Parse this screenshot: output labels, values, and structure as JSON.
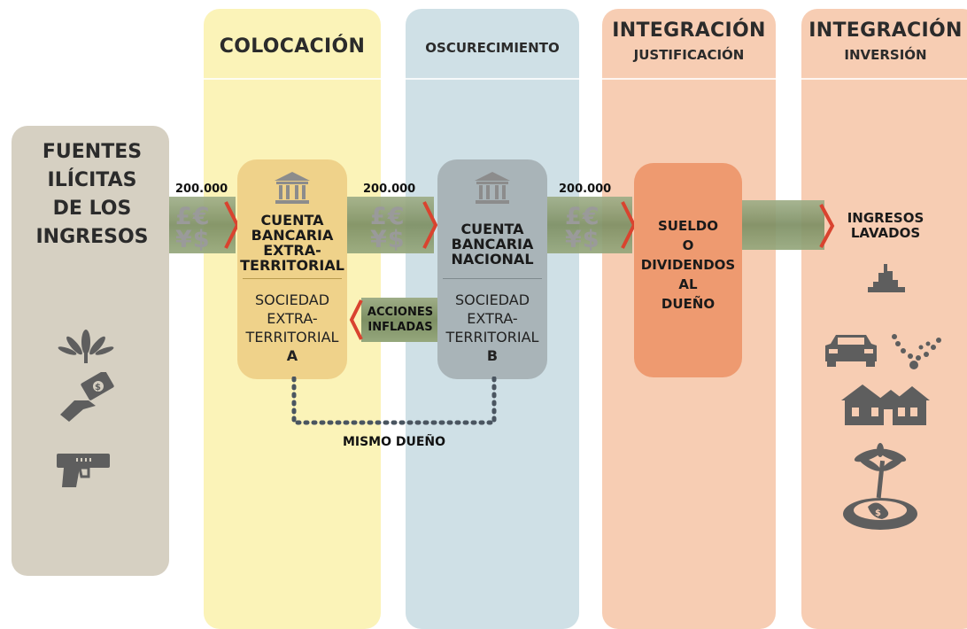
{
  "columns": {
    "fuentes": {
      "title_lines": [
        "FUENTES",
        "ILÍCITAS",
        "DE LOS",
        "INGRESOS"
      ]
    },
    "colocacion": {
      "title": "COLOCACIÓN"
    },
    "oscurecimiento": {
      "title": "OSCURECIMIENTO"
    },
    "integracion_justificacion": {
      "title": "INTEGRACIÓN",
      "subtitle": "JUSTIFICACIÓN"
    },
    "integracion_inversion": {
      "title": "INTEGRACIÓN",
      "subtitle": "INVERSIÓN"
    }
  },
  "flows": [
    {
      "amount": "200.000",
      "currencies_top": "£€",
      "currencies_bottom": "¥$"
    },
    {
      "amount": "200.000",
      "currencies_top": "£€",
      "currencies_bottom": "¥$"
    },
    {
      "amount": "200.000",
      "currencies_top": "£€",
      "currencies_bottom": "¥$"
    }
  ],
  "card_a": {
    "account_lines": [
      "CUENTA",
      "BANCARIA",
      "EXTRA-",
      "TERRITORIAL"
    ],
    "company_lines": [
      "SOCIEDAD",
      "EXTRA-",
      "TERRITORIAL"
    ],
    "letter": "A"
  },
  "card_b": {
    "account_lines": [
      "CUENTA",
      "BANCARIA",
      "NACIONAL"
    ],
    "company_lines": [
      "SOCIEDAD",
      "EXTRA-",
      "TERRITORIAL"
    ],
    "letter": "B"
  },
  "back_flow": {
    "label_lines": [
      "ACCIONES",
      "INFLADAS"
    ]
  },
  "same_owner": "MISMO DUEÑO",
  "card_salary": {
    "lines": [
      "SUELDO",
      "O",
      "DIVIDENDOS",
      "AL",
      "DUEÑO"
    ]
  },
  "output": {
    "label_lines": [
      "INGRESOS",
      "LAVADOS"
    ]
  },
  "icons": {
    "sources": [
      "cannabis-leaf-icon",
      "money-hand-icon",
      "pistol-icon"
    ],
    "investments": [
      "city-skyline-icon",
      "car-icon",
      "jewelry-icon",
      "house-icon",
      "island-icon"
    ],
    "banks": [
      "bank-building-icon"
    ]
  },
  "colors": {
    "fuentes_bg": "#d6d0c2",
    "colocacion_bg": "#fbf3b8",
    "oscurecimiento_bg": "#cfe0e6",
    "integracion_bg": "#f7cdb3",
    "card_a": "#efd28a",
    "card_b": "#a9b4b8",
    "card_salary": "#ee9a70",
    "flow_green": "#86976c",
    "chevron_red": "#d9432f"
  }
}
